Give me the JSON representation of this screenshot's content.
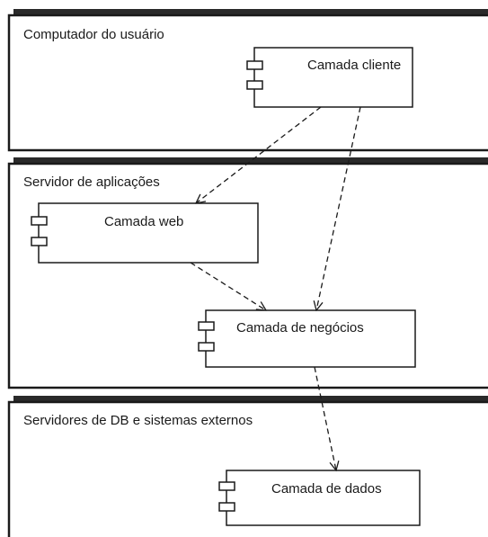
{
  "nodes": {
    "user_computer": {
      "label": "Computador do usuário"
    },
    "app_server": {
      "label": "Servidor de aplicações"
    },
    "db_servers": {
      "label": "Servidores de DB e sistemas externos"
    }
  },
  "components": {
    "client": {
      "label": "Camada cliente"
    },
    "web": {
      "label": "Camada web"
    },
    "business": {
      "label": "Camada de negócios"
    },
    "data": {
      "label": "Camada de dados"
    }
  },
  "dependencies": [
    {
      "from": "client",
      "to": "web"
    },
    {
      "from": "client",
      "to": "business"
    },
    {
      "from": "web",
      "to": "business"
    },
    {
      "from": "business",
      "to": "data"
    }
  ],
  "colors": {
    "line": "#1a1a1a",
    "fill": "#ffffff",
    "node_shadow": "#2a2a2a"
  }
}
